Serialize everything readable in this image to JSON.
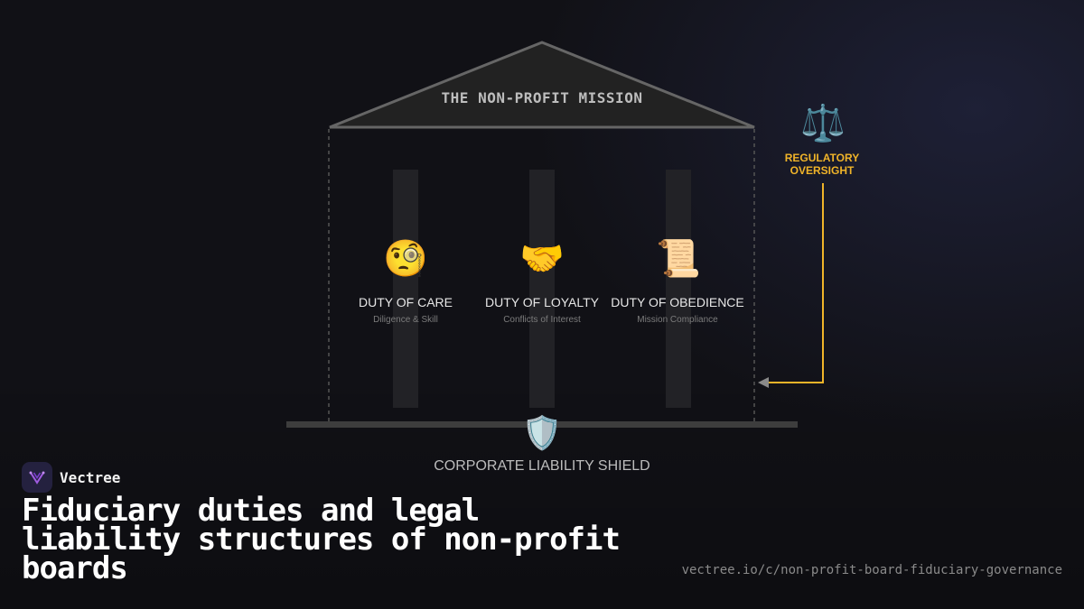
{
  "diagram": {
    "mission_title": "THE NON-PROFIT MISSION",
    "pillars": [
      {
        "icon": "monocle-face-icon",
        "glyph": "🧐",
        "label": "DUTY OF CARE",
        "sub": "Diligence & Skill"
      },
      {
        "icon": "handshake-icon",
        "glyph": "🤝",
        "label": "DUTY OF LOYALTY",
        "sub": "Conflicts of Interest"
      },
      {
        "icon": "scroll-icon",
        "glyph": "📜",
        "label": "DUTY OF OBEDIENCE",
        "sub": "Mission Compliance"
      }
    ],
    "regulatory": {
      "icon": "balance-scale-icon",
      "glyph": "⚖️",
      "label_line1": "REGULATORY",
      "label_line2": "OVERSIGHT"
    },
    "foundation": {
      "icon": "shield-icon",
      "glyph": "🛡️",
      "label": "CORPORATE LIABILITY SHIELD"
    },
    "colors": {
      "accent": "#f0b429",
      "roof": "#222222",
      "outline": "#666666",
      "pillar": "#222226"
    }
  },
  "brand": {
    "name": "Vectree"
  },
  "headline": "Fiduciary duties and legal liability structures of non-profit boards",
  "url": "vectree.io/c/non-profit-board-fiduciary-governance"
}
